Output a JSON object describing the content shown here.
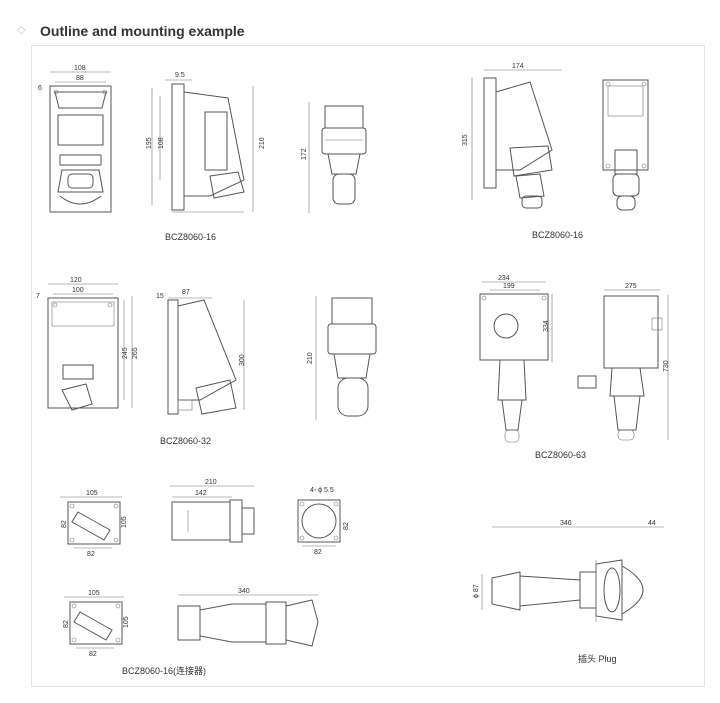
{
  "header": {
    "title": "Outline and mounting example",
    "bullet_icon": "diamond-icon"
  },
  "captions": {
    "row1_left": "BCZ8060-16",
    "row1_right": "BCZ8060-16",
    "row2_left": "BCZ8060-32",
    "row2_right": "BCZ8060-63",
    "row3_left": "BCZ8060-16(连接器)",
    "row3_right": "插头 Plug"
  },
  "dims": {
    "r1a_w1": "108",
    "r1a_w2": "88",
    "r1a_small": "6",
    "r1b_top": "9.5",
    "r1b_h1": "195",
    "r1b_h2": "108",
    "r1b_h3": "210",
    "r1c_h": "172",
    "r1d_w": "174",
    "r1d_h": "315",
    "r2a_w1": "120",
    "r2a_w2": "100",
    "r2a_small": "7",
    "r2a_h1": "245",
    "r2a_h2": "265",
    "r2b_top1": "15",
    "r2b_top2": "87",
    "r2b_h": "300",
    "r2c_h": "210",
    "r2d_w1": "234",
    "r2d_w2": "199",
    "r2d_h": "334",
    "r2e_w": "275",
    "r2e_h": "730",
    "r3a_w1": "105",
    "r3a_side1": "82",
    "r3a_side2": "105",
    "r3a_w2": "82",
    "r3b_w1": "210",
    "r3b_w2": "142",
    "r3c_holes": "4- ϕ 5.5",
    "r3c_side": "82",
    "r3c_bottom": "82",
    "r4a_w1": "105",
    "r4a_side1": "82",
    "r4a_side2": "105",
    "r4a_w2": "82",
    "r4b_w": "340",
    "plug_w1": "346",
    "plug_w2": "44",
    "plug_dia": "ϕ 87"
  }
}
